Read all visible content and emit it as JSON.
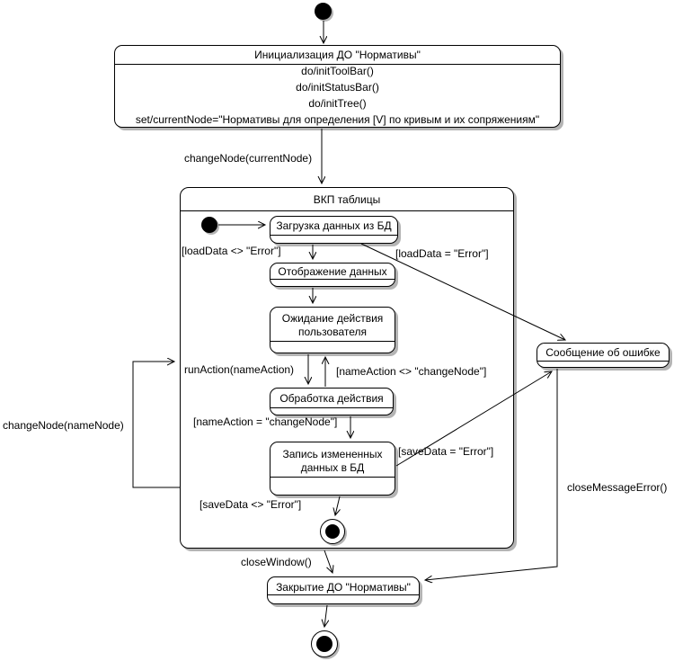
{
  "diagram": {
    "colors": {
      "line": "#000000",
      "shadow": "#b4b4b4",
      "background": "#ffffff"
    },
    "states": {
      "init": {
        "title": "Инициализация ДО \"Нормативы\"",
        "actions": [
          "do/initToolBar()",
          "do/initStatusBar()",
          "do/initTree()",
          "set/currentNode=\"Нормативы для определения [V] по кривым и их сопряжениям\""
        ]
      },
      "composite": {
        "title": "ВКП таблицы"
      },
      "load": {
        "title": "Загрузка данных из БД"
      },
      "display": {
        "title": "Отображение данных"
      },
      "wait": {
        "lines": [
          "Ожидание действия",
          "пользователя"
        ]
      },
      "process": {
        "title": "Обработка действия"
      },
      "save": {
        "lines": [
          "Запись измененных",
          "данных в БД"
        ]
      },
      "error": {
        "title": "Сообщение об ошибке"
      },
      "close": {
        "title": "Закрытие ДО \"Нормативы\""
      }
    },
    "transitions": {
      "change_node_current": "changeNode(currentNode)",
      "load_ok": "[loadData <> \"Error\"]",
      "load_err": "[loadData = \"Error\"]",
      "run_action": "runAction(nameAction)",
      "name_action_neq": "[nameAction <> \"changeNode\"]",
      "name_action_eq": "[nameAction = \"changeNode\"]",
      "save_err": "[saveData = \"Error\"]",
      "save_ok": "[saveData <> \"Error\"]",
      "change_node_name": "changeNode(nameNode)",
      "close_window": "closeWindow()",
      "close_message_error": "closeMessageError()"
    }
  }
}
